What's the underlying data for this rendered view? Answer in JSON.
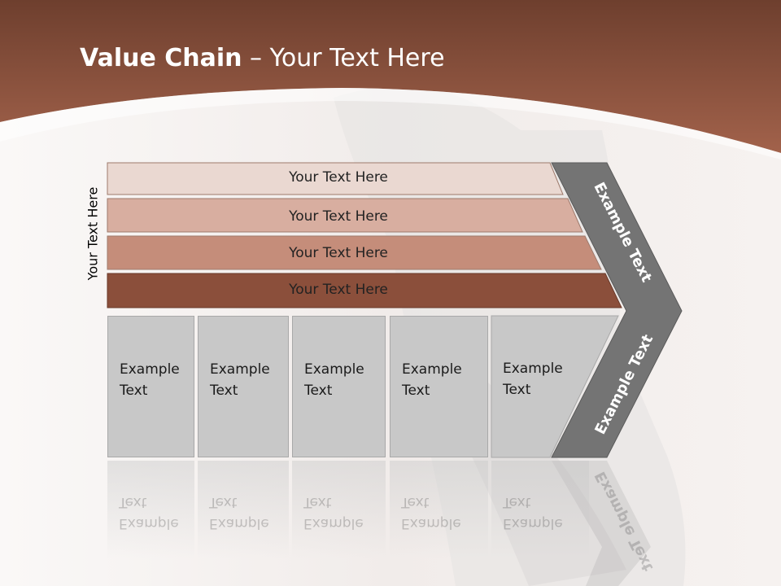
{
  "slide": {
    "title_bold": "Value Chain",
    "title_rest": " – Your Text Here",
    "side_label": "Your Text Here"
  },
  "bars": [
    {
      "label": "Your Text Here",
      "color": "#ead8d1"
    },
    {
      "label": "Your Text Here",
      "color": "#d8aea0"
    },
    {
      "label": "Your Text Here",
      "color": "#c58d7a"
    },
    {
      "label": "Your Text Here",
      "color": "#8b4f3b"
    }
  ],
  "boxes": [
    {
      "label": "Example\nText"
    },
    {
      "label": "Example\nText"
    },
    {
      "label": "Example\nText"
    },
    {
      "label": "Example\nText"
    },
    {
      "label": "Example\nText"
    }
  ],
  "chevron": {
    "upper_label": "Example Text",
    "lower_label": "Example Text",
    "color": "#747474"
  },
  "theme": {
    "header_color": "#8e4f3a",
    "box_color": "#c8c8c8"
  }
}
